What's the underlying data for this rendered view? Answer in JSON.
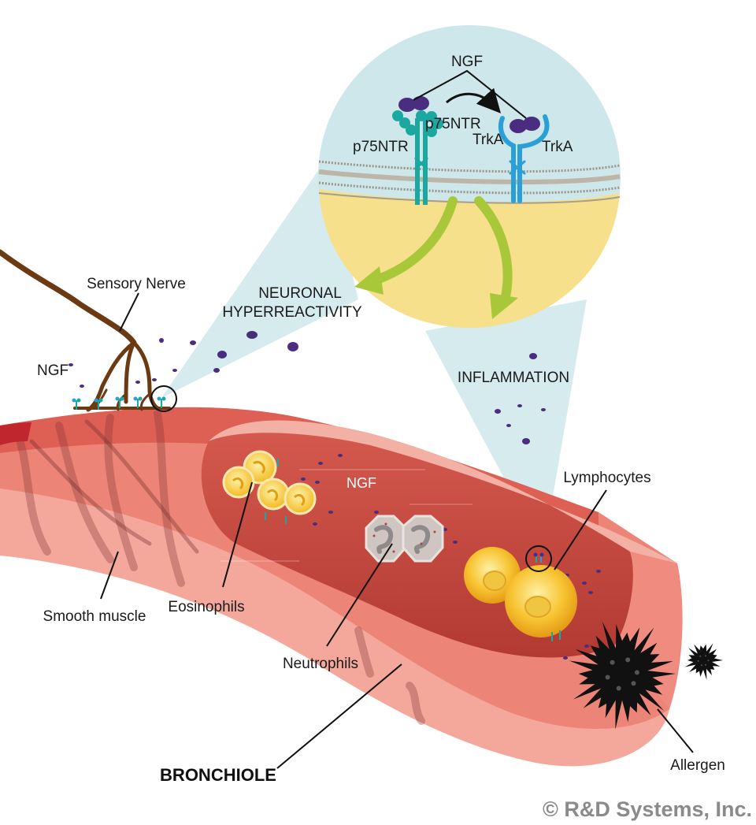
{
  "labels": {
    "ngf_top": "NGF",
    "p75ntr_left": "p75NTR",
    "p75ntr_right": "p75NTR",
    "trka_left": "TrkA",
    "trka_right": "TrkA",
    "neuronal_line1": "NEURONAL",
    "neuronal_line2": "HYPERREACTIVITY",
    "inflammation": "INFLAMMATION",
    "sensory_nerve": "Sensory Nerve",
    "ngf_left": "NGF",
    "ngf_lumen": "NGF",
    "lymphocytes": "Lymphocytes",
    "eosinophils": "Eosinophils",
    "smooth_muscle": "Smooth muscle",
    "neutrophils": "Neutrophils",
    "bronchiole": "BRONCHIOLE",
    "allergen": "Allergen"
  },
  "copyright": "© R&D Systems, Inc.",
  "colors": {
    "tissue": "#e8786c",
    "tissue_dark": "#d24f48",
    "tissue_light": "#f4a79c",
    "lumen": "#c9463d",
    "nerve": "#6b3a12",
    "bubble": "#cde7ea",
    "cytoplasm": "#f6e08c",
    "membrane": "#a09a8f",
    "p75ntr": "#1aa8a0",
    "trka": "#2b9fd8",
    "ngf": "#4b2d7f",
    "arrow": "#a8c83a",
    "eosinophil": "#f6c42a",
    "neutrophil": "#c7c1bd",
    "lymphocyte": "#f3b628",
    "allergen": "#111111"
  }
}
